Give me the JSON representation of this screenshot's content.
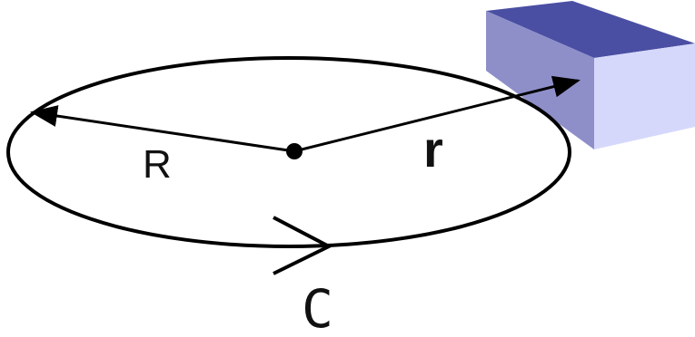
{
  "diagram": {
    "labels": {
      "radius": "R",
      "position_vector": "r",
      "contour": "C"
    },
    "colors": {
      "stroke": "#000000",
      "block_top": "#4a4fa3",
      "block_front": "#d6d8fb",
      "block_side": "#8e8fc9"
    }
  }
}
